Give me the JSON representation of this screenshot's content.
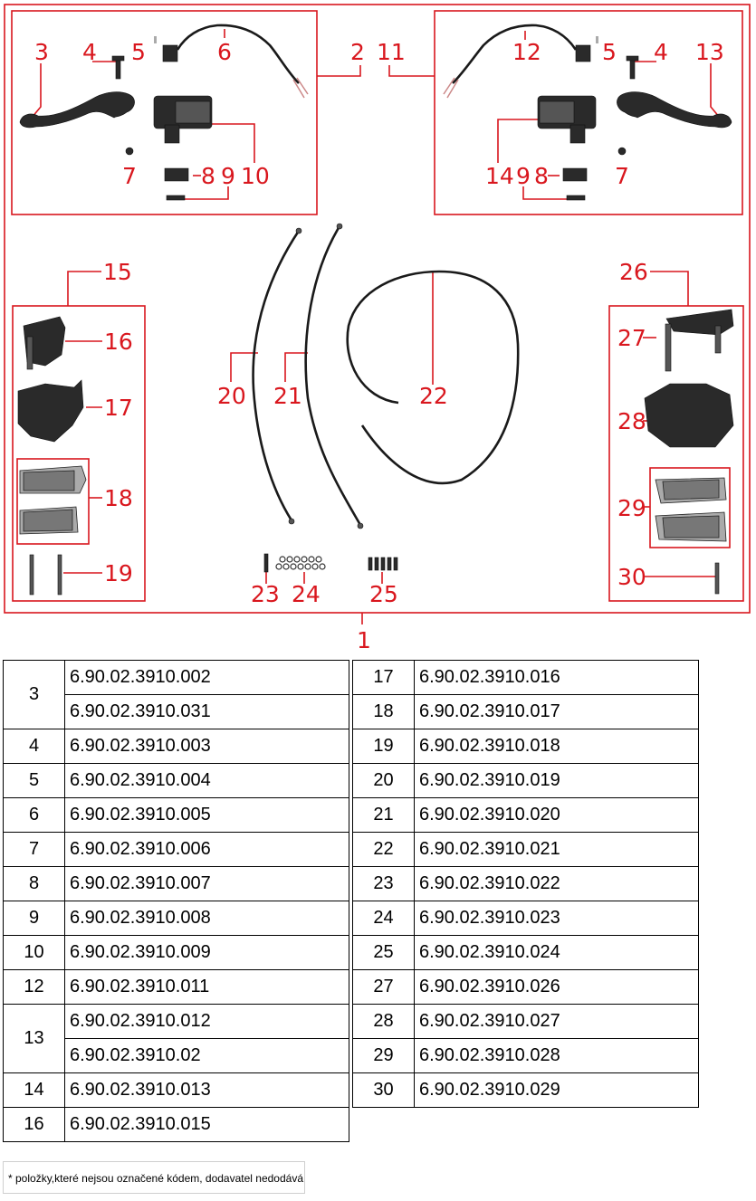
{
  "diagram": {
    "callouts": {
      "c1": "1",
      "c2": "2",
      "c3": "3",
      "c4": "4",
      "c5": "5",
      "c6": "6",
      "c7": "7",
      "c8": "8",
      "c9": "9",
      "c10": "10",
      "c11": "11",
      "c12": "12",
      "c13": "13",
      "c14": "14",
      "c15": "15",
      "c16": "16",
      "c17": "17",
      "c18": "18",
      "c19": "19",
      "c20": "20",
      "c21": "21",
      "c22": "22",
      "c23": "23",
      "c24": "24",
      "c25": "25",
      "c26": "26",
      "c27": "27",
      "c28": "28",
      "c29": "29",
      "c30": "30"
    }
  },
  "parts_left": [
    {
      "pos": "3",
      "codes": [
        "6.90.02.3910.002",
        "6.90.02.3910.031"
      ]
    },
    {
      "pos": "4",
      "codes": [
        "6.90.02.3910.003"
      ]
    },
    {
      "pos": "5",
      "codes": [
        "6.90.02.3910.004"
      ]
    },
    {
      "pos": "6",
      "codes": [
        "6.90.02.3910.005"
      ]
    },
    {
      "pos": "7",
      "codes": [
        "6.90.02.3910.006"
      ]
    },
    {
      "pos": "8",
      "codes": [
        "6.90.02.3910.007"
      ]
    },
    {
      "pos": "9",
      "codes": [
        "6.90.02.3910.008"
      ]
    },
    {
      "pos": "10",
      "codes": [
        "6.90.02.3910.009"
      ]
    },
    {
      "pos": "12",
      "codes": [
        "6.90.02.3910.011"
      ]
    },
    {
      "pos": "13",
      "codes": [
        "6.90.02.3910.012",
        "6.90.02.3910.02"
      ]
    },
    {
      "pos": "14",
      "codes": [
        "6.90.02.3910.013"
      ]
    },
    {
      "pos": "16",
      "codes": [
        "6.90.02.3910.015"
      ]
    }
  ],
  "parts_right": [
    {
      "pos": "17",
      "codes": [
        "6.90.02.3910.016"
      ]
    },
    {
      "pos": "18",
      "codes": [
        "6.90.02.3910.017"
      ]
    },
    {
      "pos": "19",
      "codes": [
        "6.90.02.3910.018"
      ]
    },
    {
      "pos": "20",
      "codes": [
        "6.90.02.3910.019"
      ]
    },
    {
      "pos": "21",
      "codes": [
        "6.90.02.3910.020"
      ]
    },
    {
      "pos": "22",
      "codes": [
        "6.90.02.3910.021"
      ]
    },
    {
      "pos": "23",
      "codes": [
        "6.90.02.3910.022"
      ]
    },
    {
      "pos": "24",
      "codes": [
        "6.90.02.3910.023"
      ]
    },
    {
      "pos": "25",
      "codes": [
        "6.90.02.3910.024"
      ]
    },
    {
      "pos": "27",
      "codes": [
        "6.90.02.3910.026"
      ]
    },
    {
      "pos": "28",
      "codes": [
        "6.90.02.3910.027"
      ]
    },
    {
      "pos": "29",
      "codes": [
        "6.90.02.3910.028"
      ]
    },
    {
      "pos": "30",
      "codes": [
        "6.90.02.3910.029"
      ]
    }
  ],
  "footnote": "* položky,které nejsou označené kódem, dodavatel nedodává",
  "colors": {
    "callout": "#d9171e",
    "part": "#2a2a2a"
  }
}
